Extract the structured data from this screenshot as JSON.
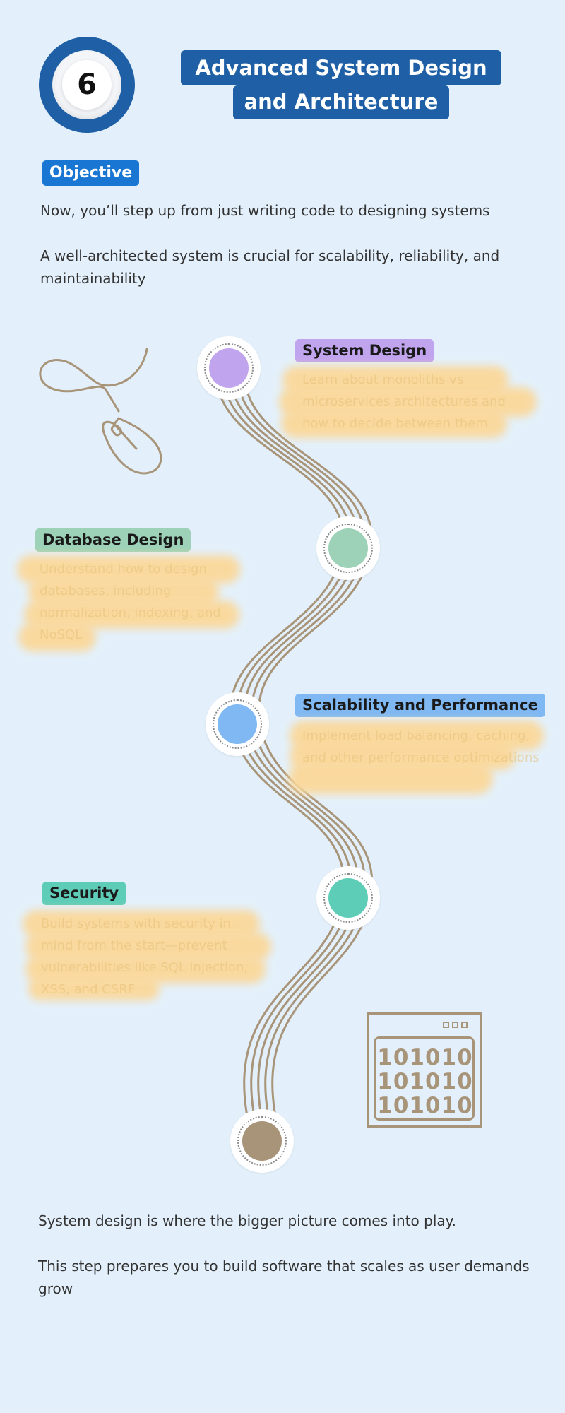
{
  "step": {
    "number": "6"
  },
  "title": {
    "line1": "Advanced System Design",
    "line2": "and Architecture"
  },
  "objective": {
    "label": "Objective",
    "paragraphs": [
      "Now, you’ll step up from just writing code to designing systems",
      "A well-architected system is crucial for scalability, reliability, and maintainability"
    ]
  },
  "roadmap": {
    "items": [
      {
        "label": "System Design",
        "label_color": "#C1A4EE",
        "node_color": "#C1A4EE",
        "description": "Learn about monoliths vs microservices architectures and how to decide between them"
      },
      {
        "label": "Database Design",
        "label_color": "#9ED2B8",
        "node_color": "#9ED2B8",
        "description": "Understand how to design databases, including normalization, indexing, and NoSQL"
      },
      {
        "label": "Scalability and Performance",
        "label_color": "#7FB8F2",
        "node_color": "#7FB8F2",
        "description": "Implement load balancing, caching, and other performance optimizations"
      },
      {
        "label": "Security",
        "label_color": "#5ECDB8",
        "node_color": "#5ECDB8",
        "description": "Build systems with security in mind from the start—prevent vulnerabilities like SQL injection, XSS, and CSRF"
      },
      {
        "label": "",
        "node_color": "#A89479"
      }
    ]
  },
  "decorations": {
    "mouse_icon": "computer-mouse-icon",
    "binary_icon": "binary-code-window-icon",
    "binary_lines": [
      "101010",
      "101010",
      "101010"
    ],
    "road_color": "#A89479",
    "highlight_color": "#FBD89A"
  },
  "conclusion": {
    "paragraphs": [
      "System design is where the bigger picture comes into play.",
      "This step prepares you to build software that scales as user demands grow"
    ]
  },
  "theme": {
    "background": "#E3F0FB",
    "primary": "#1E5FA6",
    "objective_chip": "#1976D2"
  }
}
